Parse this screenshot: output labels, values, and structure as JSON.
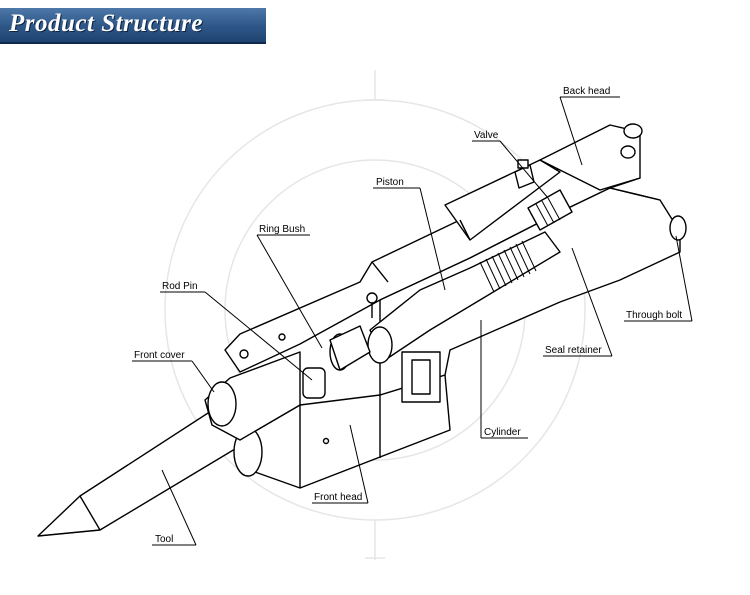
{
  "header": {
    "title": "Product Structure"
  },
  "labels": {
    "back_head": "Back head",
    "valve": "Valve",
    "piston": "Piston",
    "ring_bush": "Ring Bush",
    "rod_pin": "Rod Pin",
    "front_cover": "Front cover",
    "through_bolt": "Through bolt",
    "seal_retainer": "Seal retainer",
    "cylinder": "Cylinder",
    "front_head": "Front head",
    "tool": "Tool"
  },
  "colors": {
    "banner": "#2d5687",
    "line": "#000000",
    "watermark": "#e4e4e4"
  }
}
